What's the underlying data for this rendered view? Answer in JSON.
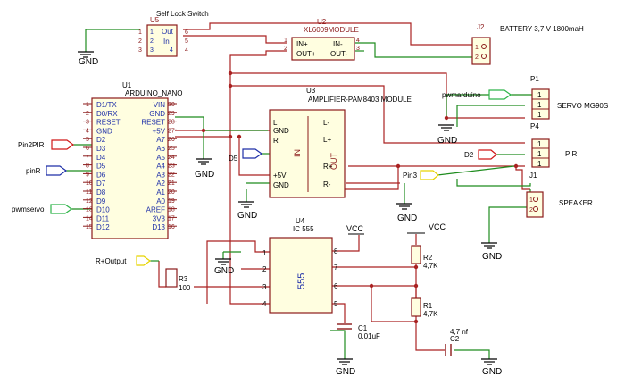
{
  "colors": {
    "wire": "#aa2222",
    "net": "#1e8c1e",
    "body": "#8b1a1a",
    "pinnum": "#8b1a1a",
    "pinname": "#1e2fa8",
    "label": "#000000",
    "flag_green": "#2fb54a",
    "flag_red": "#d01818",
    "flag_blue": "#1e2fa8",
    "flag_yellow": "#f0e000"
  },
  "switch": {
    "title": "Self Lock Switch",
    "ref": "U5",
    "pins": [
      "Out",
      "In"
    ],
    "left_nums": [
      "1",
      "2",
      "3"
    ],
    "right_nums": [
      "6",
      "5",
      "4"
    ]
  },
  "boost": {
    "ref": "U2",
    "name": "XL6009MODULE",
    "pins": [
      "IN+",
      "OUT+",
      "IN-",
      "OUT-"
    ],
    "nums": [
      "1",
      "2",
      "4",
      "3"
    ]
  },
  "battery": {
    "ref": "J2",
    "label": "BATTERY 3,7 V 1800maH",
    "nums": [
      "1",
      "2"
    ]
  },
  "nano": {
    "ref": "U1",
    "name": "ARDUINO_NANO",
    "left_pins": [
      "D1/TX",
      "D0/RX",
      "RESET",
      "GND",
      "D2",
      "D3",
      "D4",
      "D5",
      "D6",
      "D7",
      "D8",
      "D9",
      "D10",
      "D11",
      "D12"
    ],
    "left_nums": [
      "1",
      "2",
      "3",
      "4",
      "5",
      "6",
      "7",
      "8",
      "9",
      "10",
      "11",
      "12",
      "13",
      "14",
      "15"
    ],
    "right_pins": [
      "VIN",
      "GND",
      "RESET",
      "+5V",
      "A7",
      "A6",
      "A5",
      "A4",
      "A3",
      "A2",
      "A1",
      "A0",
      "AREF",
      "3V3",
      "D13"
    ],
    "right_nums": [
      "30",
      "29",
      "28",
      "27",
      "26",
      "25",
      "24",
      "23",
      "22",
      "21",
      "20",
      "19",
      "18",
      "17",
      "16"
    ]
  },
  "amp": {
    "ref": "U3",
    "name": "AMPLIFIER-PAM8403 MODULE",
    "left_pins": [
      "L",
      "GND",
      "R",
      "+5V",
      "GND"
    ],
    "right_pins": [
      "L-",
      "L+",
      "R+",
      "R-"
    ],
    "in_label": "IN",
    "out_label": "OUT"
  },
  "servo": {
    "ref": "P1",
    "label": "SERVO MG90S",
    "nums": [
      "1",
      "1",
      "1"
    ]
  },
  "pir": {
    "ref": "P4",
    "label": "PIR",
    "nums": [
      "1",
      "1",
      "1"
    ]
  },
  "speaker": {
    "ref": "J1",
    "label": "SPEAKER",
    "nums": [
      "1",
      "2"
    ]
  },
  "ic555": {
    "ref": "U4",
    "name": "IC 555",
    "body_label": "555",
    "left_nums": [
      "1",
      "2",
      "3",
      "4"
    ],
    "right_nums": [
      "8",
      "7",
      "6",
      "5"
    ]
  },
  "r3": {
    "ref": "R3",
    "value": "100"
  },
  "r2": {
    "ref": "R2",
    "value": "4,7K"
  },
  "r1": {
    "ref": "R1",
    "value": "4,7K"
  },
  "c1": {
    "ref": "C1",
    "value": "0.01uF"
  },
  "c2": {
    "ref": "C2",
    "value": "4,7 nf"
  },
  "power": {
    "gnd": "GND",
    "vcc": "VCC"
  },
  "flags": {
    "pin2pir": "Pin2PIR",
    "pinr": "pinR",
    "pwmservo": "pwmservo",
    "pwmarduino": "pwmarduino",
    "d2": "D2",
    "d5": "D5",
    "pin3": "Pin3",
    "routput": "R+Output"
  }
}
